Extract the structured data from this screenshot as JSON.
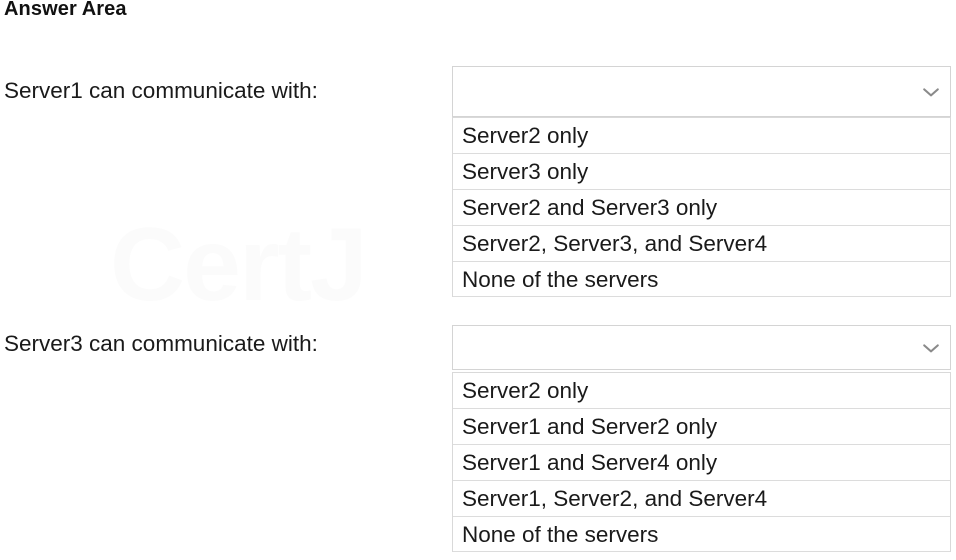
{
  "page": {
    "title": "Answer Area",
    "watermark_text": "CertJ"
  },
  "questions": [
    {
      "label": "Server1 can communicate with:",
      "combobox": {
        "value": "",
        "placeholder": "",
        "icon": "chevron-down-icon"
      },
      "options": [
        "Server2 only",
        "Server3 only",
        "Server2 and Server3 only",
        "Server2, Server3, and Server4",
        "None of the servers"
      ]
    },
    {
      "label": "Server3 can communicate with:",
      "combobox": {
        "value": "",
        "placeholder": "",
        "icon": "chevron-down-icon"
      },
      "options": [
        "Server2 only",
        "Server1 and Server2 only",
        "Server1 and Server4 only",
        "Server1, Server2, and Server4",
        "None of the servers"
      ]
    }
  ],
  "colors": {
    "background": "#ffffff",
    "text": "#1a1a1a",
    "border": "#d9d9d9",
    "row_separator": "#dcdcdc",
    "chevron": "#8a8a8a"
  }
}
